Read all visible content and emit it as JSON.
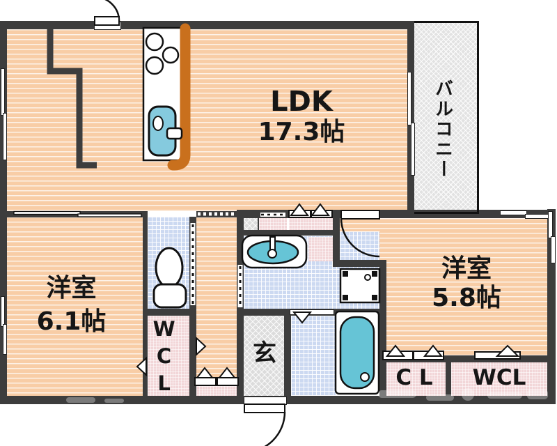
{
  "floorplan": {
    "title": "apartment-floorplan",
    "rooms": {
      "ldk": {
        "name": "LDK",
        "size": "17.3帖"
      },
      "balcony": {
        "name": "バルコニー"
      },
      "bedroom_left": {
        "name": "洋室",
        "size": "6.1帖"
      },
      "bedroom_right": {
        "name": "洋室",
        "size": "5.8帖"
      },
      "entrance": {
        "name": "玄"
      },
      "walkin_closet_left": {
        "name": "WCL"
      },
      "closet": {
        "name": "C L"
      },
      "walkin_closet_right": {
        "name": "WCL"
      }
    },
    "icons": {
      "stove": "stove-burner-icon",
      "kitchen_sink": "kitchen-sink-icon",
      "counter": "kitchen-counter-icon",
      "washbasin": "washbasin-icon",
      "washer_pan": "washing-machine-pan-icon",
      "toilet": "toilet-icon",
      "bathtub": "bathtub-icon",
      "swing_door": "swing-door-arc-icon",
      "folding_door": "folding-door-icon",
      "sliding_door": "sliding-door-icon"
    },
    "colors": {
      "wall": "#3d3d3d",
      "wood": "#f8cda6",
      "tile": "#ccd9f1",
      "pink": "#f2d6d8",
      "genkan": "#dcdcdc",
      "balcony": "#e2e2e2",
      "teal": "#85cade",
      "tub": "#66c4d6",
      "orange": "#c9701d"
    }
  }
}
